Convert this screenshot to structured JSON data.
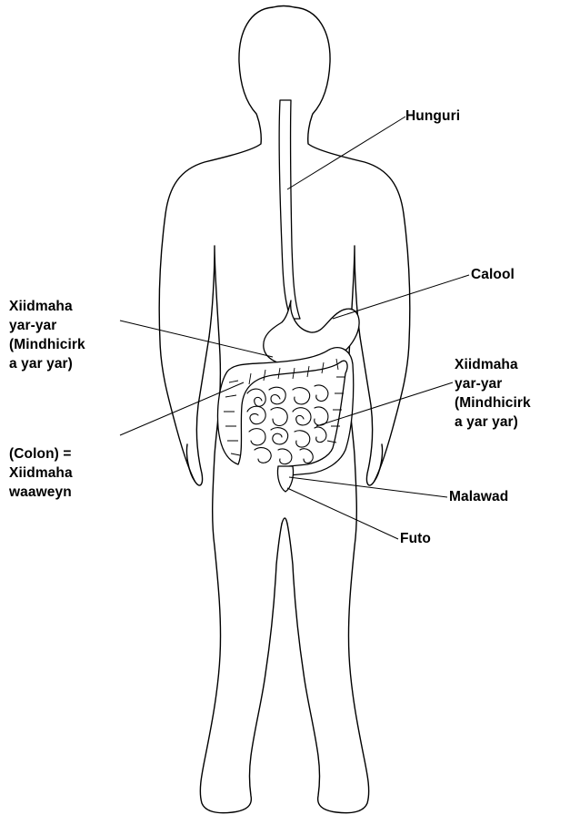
{
  "labels": {
    "esophagus": "Hunguri",
    "stomach": "Calool",
    "small_intestine_left": "Xiidmaha\nyar-yar\n(Mindhicirk\na yar yar)",
    "small_intestine_right": "Xiidmaha\nyar-yar\n(Mindhicirk\na yar yar)",
    "colon": "(Colon) =\nXiidmaha\nwaaweyn",
    "rectum": "Malawad",
    "anus": "Futo"
  },
  "colors": {
    "line": "#000000",
    "background": "#ffffff"
  }
}
